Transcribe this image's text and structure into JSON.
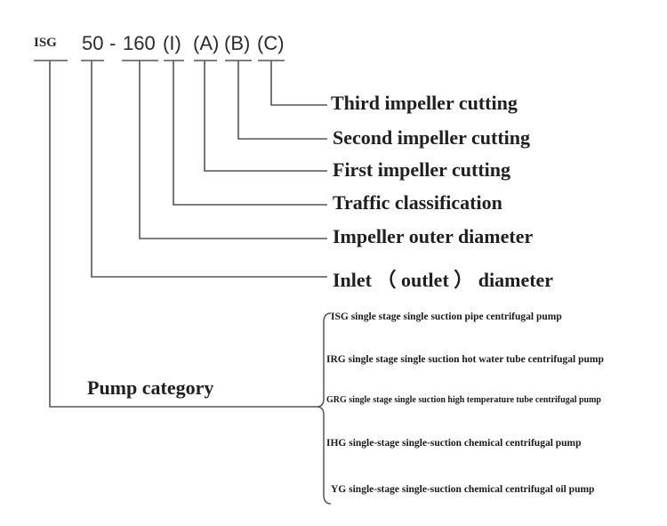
{
  "code": {
    "isg": "ISG",
    "inlet": "50",
    "dash": "-",
    "impeller": "160",
    "flow": "(I)",
    "cut_a": "(A)",
    "cut_b": "(B)",
    "cut_c": "(C)"
  },
  "labels": {
    "third_cut": "Third impeller cutting",
    "second_cut": "Second impeller cutting",
    "first_cut": "First impeller cutting",
    "traffic": "Traffic classification",
    "outer_diameter": "Impeller outer diameter",
    "inlet_outlet": "Inlet （ outlet ） diameter",
    "pump_category": "Pump category"
  },
  "categories": [
    "ISG single stage single suction pipe centrifugal pump",
    "IRG single stage single suction hot water tube centrifugal pump",
    "GRG single stage single suction high temperature tube centrifugal pump",
    "IHG single-stage single-suction chemical centrifugal pump",
    "YG single-stage single-suction chemical centrifugal oil pump"
  ],
  "colors": {
    "line": "#555555",
    "text": "#1f1f1f"
  }
}
